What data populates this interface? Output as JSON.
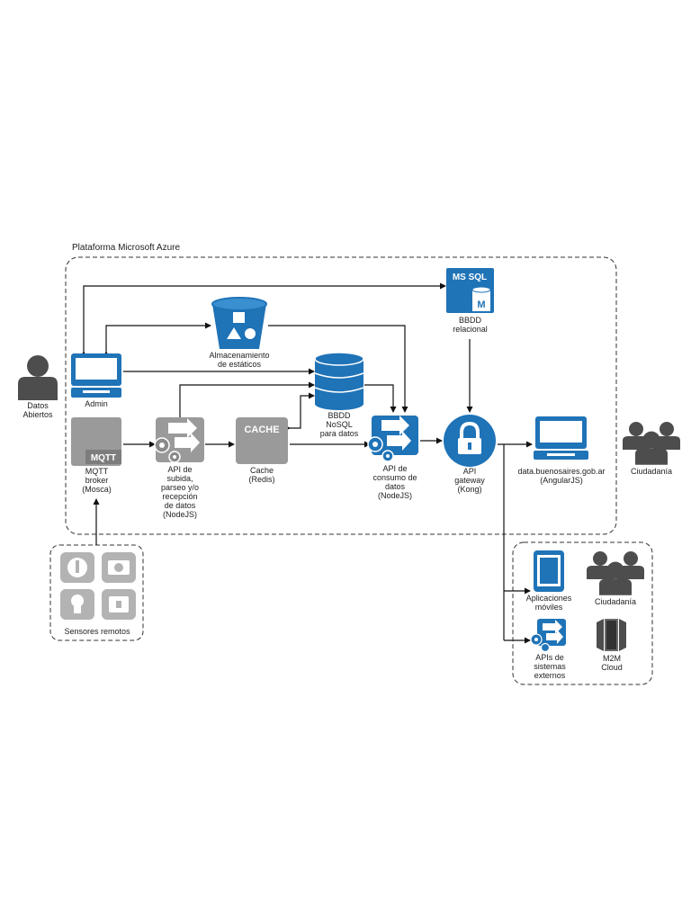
{
  "diagram": {
    "platform_title": "Plataforma Microsoft Azure",
    "ms_sql_badge": "MS SQL",
    "ms_sql_letter": "M",
    "cache_badge": "CACHE",
    "mqtt_badge": "MQTT",
    "nodes": {
      "datos_abiertos": [
        "Datos",
        "Abiertos"
      ],
      "admin": [
        "Admin"
      ],
      "mqtt": [
        "MQTT",
        "broker",
        "(Mosca)"
      ],
      "api_subida": [
        "API de",
        "subida,",
        "parseo y/o",
        "recepción",
        "de datos",
        "(NodeJS)"
      ],
      "cache": [
        "Cache",
        "(Redis)"
      ],
      "almacenamiento": [
        "Almacenamiento",
        "de estáticos"
      ],
      "nosql": [
        "BBDD",
        "NoSQL",
        "para datos"
      ],
      "api_consumo": [
        "API de",
        "consumo de",
        "datos",
        "(NodeJS)"
      ],
      "mssql": [
        "BBDD",
        "relacional"
      ],
      "gateway": [
        "API",
        "gateway",
        "(Kong)"
      ],
      "web": [
        "data.buenosaires.gob.ar",
        "(AngularJS)"
      ],
      "ciudadania_main": [
        "Ciudadanía"
      ],
      "sensores": [
        "Sensores remotos"
      ],
      "movil": [
        "Aplicaciones",
        "móviles"
      ],
      "ciudadania_ext": [
        "Ciudadanía"
      ],
      "apis_ext": [
        "APIs de",
        "sistemas",
        "externos"
      ],
      "m2m": [
        "M2M",
        "Cloud"
      ]
    },
    "colors": {
      "azure_blue": "#1f73b7",
      "gray": "#9a9a9a",
      "dark_gray": "#4d4d4d",
      "line": "#111111"
    }
  }
}
